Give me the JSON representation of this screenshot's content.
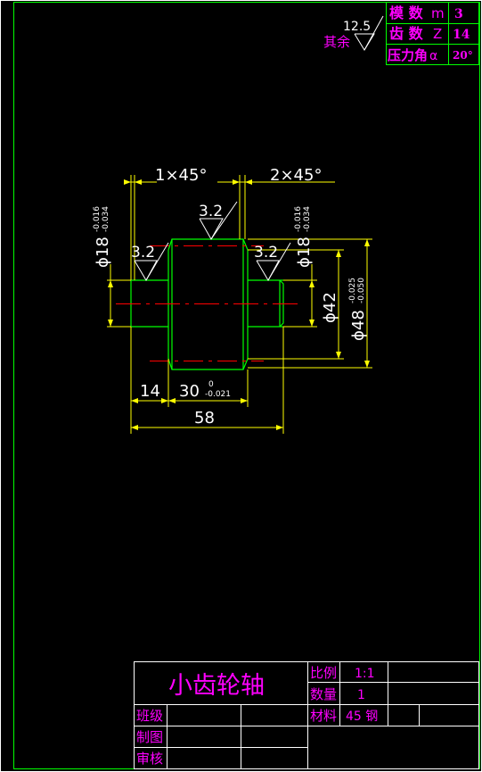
{
  "gear_params": {
    "module_label": "模 数",
    "module_symbol": "m",
    "module_value": "3",
    "teeth_label": "齿 数",
    "teeth_symbol": "Z",
    "teeth_value": "14",
    "pressure_label": "压力角",
    "pressure_symbol": "α",
    "pressure_value": "20°"
  },
  "surface": {
    "general_value": "12.5",
    "general_label": "其余",
    "gear_face": "3.2",
    "left_journal": "3.2",
    "right_journal": "3.2"
  },
  "dims": {
    "chamfer_left": "1×45°",
    "chamfer_right": "2×45°",
    "dia_left": "ϕ18",
    "dia_left_tol_upper": "-0.016",
    "dia_left_tol_lower": "-0.034",
    "dia_right": "ϕ18",
    "dia_right_tol_upper": "-0.016",
    "dia_right_tol_lower": "-0.034",
    "dia_42": "ϕ42",
    "dia_48": "ϕ48",
    "dia_48_tol_upper": "-0.025",
    "dia_48_tol_lower": "-0.050",
    "len_14": "14",
    "len_30": "30",
    "len_30_tol_upper": "0",
    "len_30_tol_lower": "-0.021",
    "len_58": "58"
  },
  "title_block": {
    "part_name": "小齿轮轴",
    "scale_label": "比例",
    "scale_value": "1:1",
    "qty_label": "数量",
    "qty_value": "1",
    "material_label": "材料",
    "material_value": "45 钢",
    "class_label": "班级",
    "drawn_label": "制图",
    "check_label": "审核"
  },
  "colors": {
    "background": "#000000",
    "frame": "#00ff00",
    "dimension": "#ffff00",
    "centerline": "#ff0000",
    "text": "#ffffff",
    "label": "#ff00ff",
    "tolerance": "#00ffff"
  }
}
